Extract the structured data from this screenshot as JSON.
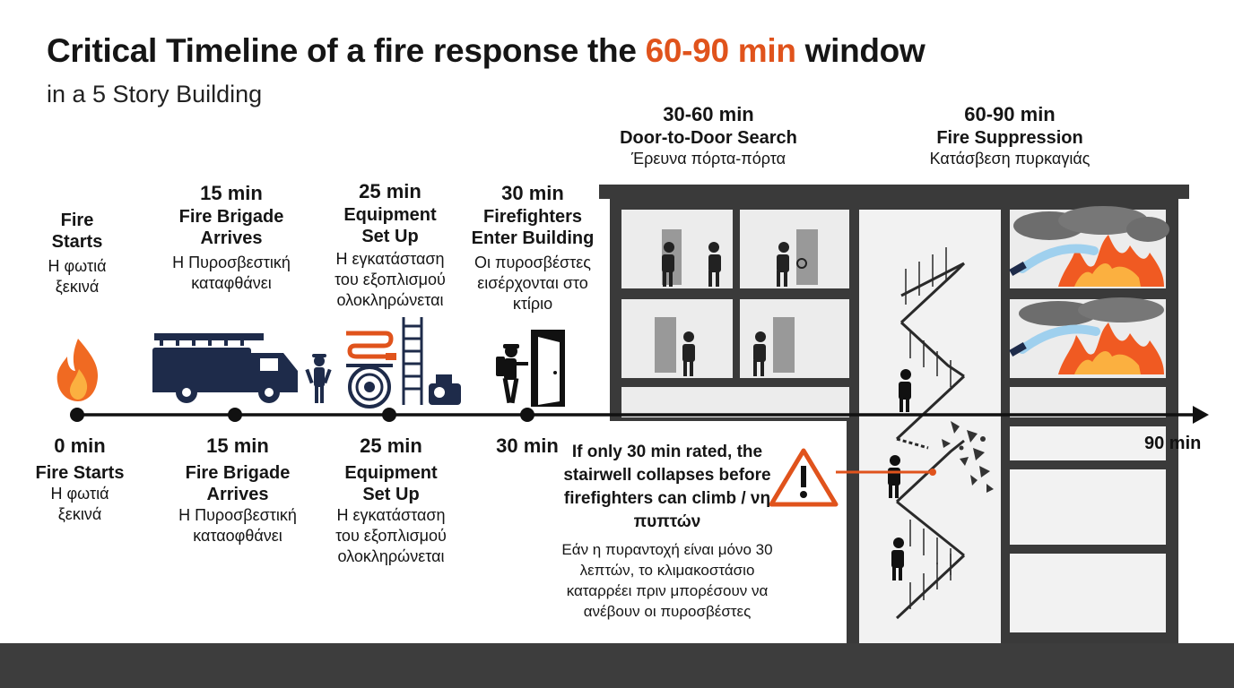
{
  "header": {
    "title_pre": "Critical Timeline of a fire response the ",
    "title_highlight": "60-90 min",
    "title_post": " window",
    "subtitle": "in a 5 Story Building"
  },
  "top_labels": [
    {
      "time": "",
      "title_line1": "Fire",
      "title_line2": "Starts",
      "greek": "Η φωτιά ξεκινά"
    },
    {
      "time": "15 min",
      "title_line1": "Fire Brigade",
      "title_line2": "Arrives",
      "greek": "Η Πυροσβεστική καταφθάνει"
    },
    {
      "time": "25 min",
      "title_line1": "Equipment",
      "title_line2": "Set Up",
      "greek": "Η εγκατάσταση του εξοπλισμού ολοκληρώνεται"
    },
    {
      "time": "30 min",
      "title_line1": "Firefighters",
      "title_line2": "Enter Building",
      "greek": "Οι πυροσβέστες εισέρχονται στο κτίριο"
    }
  ],
  "phases": [
    {
      "time": "30-60 min",
      "title": "Door-to-Door Search",
      "greek": "Έρευνα πόρτα-πόρτα"
    },
    {
      "time": "60-90 min",
      "title": "Fire Suppression",
      "greek": "Κατάσβεση πυρκαγιάς"
    }
  ],
  "bottom_labels": [
    {
      "time": "0 min",
      "title_line1": "Fire Starts",
      "title_line2": "",
      "greek": "Η φωτιά ξεκινά"
    },
    {
      "time": "15 min",
      "title_line1": "Fire Brigade",
      "title_line2": "Arrives",
      "greek": "Η Πυροσβεστική καταοφθάνει"
    },
    {
      "time": "25 min",
      "title_line1": "Equipment",
      "title_line2": "Set Up",
      "greek": "Η εγκατάσταση του εξοπλισμού ολοκληρώνεται"
    },
    {
      "time": "30 min"
    }
  ],
  "end_label": "90 min",
  "warning": {
    "english": "If only 30 min rated, the stairwell collapses before firefighters can climb / νη πυπτών",
    "greek": "Εάν η πυραντοχή είναι μόνο 30 λεπτών, το κλιμακοστάσιο καταρρέει πριν μπορέσουν να ανέβουν οι πυροσβέστες"
  },
  "colors": {
    "accent": "#e0531c",
    "building_wall": "#3a3a3a",
    "ground": "#3d3d3d",
    "icon_navy": "#1e2b4a",
    "smoke": "#6d6d6d",
    "water": "#9fd0ee"
  },
  "icons": [
    "flame-icon",
    "fire-truck-icon",
    "firefighter-icon",
    "hose-reel-icon",
    "ladder-icon",
    "pump-icon",
    "door-icon",
    "warning-icon"
  ]
}
